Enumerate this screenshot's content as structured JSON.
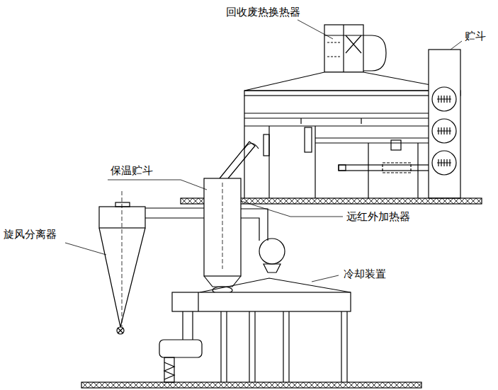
{
  "diagram": {
    "labels": [
      "回收废热换热器",
      "贮斗",
      "保温贮斗",
      "远红外加热器",
      "旋风分离器",
      "冷却装置"
    ]
  }
}
